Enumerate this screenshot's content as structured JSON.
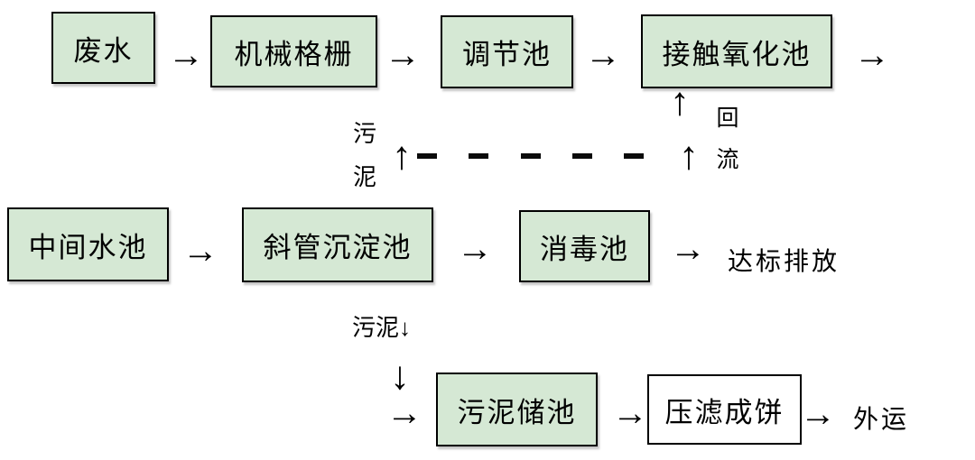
{
  "colors": {
    "box_fill_green": "#d5e8d4",
    "box_fill_white": "#ffffff",
    "box_border": "#000000",
    "text": "#000000"
  },
  "glyphs": {
    "arrow_right": "→",
    "arrow_up": "↑",
    "arrow_down": "↓"
  },
  "row1": {
    "wastewater": "废水",
    "mechanical_screen": "机械格栅",
    "equalization_tank": "调节池",
    "contact_oxidation_tank": "接触氧化池"
  },
  "reflux": {
    "sludge_vertical": "污泥",
    "reflux_vertical": "回流"
  },
  "row2": {
    "intermediate_tank": "中间水池",
    "inclined_tube_sedimentation_tank": "斜管沉淀池",
    "disinfection_tank": "消毒池",
    "discharge": "达标排放"
  },
  "sludge_branch": {
    "sludge_down": "污泥↓"
  },
  "row3": {
    "sludge_storage_tank": "污泥储池",
    "filter_press_cake": "压滤成饼",
    "outbound": "外运"
  }
}
